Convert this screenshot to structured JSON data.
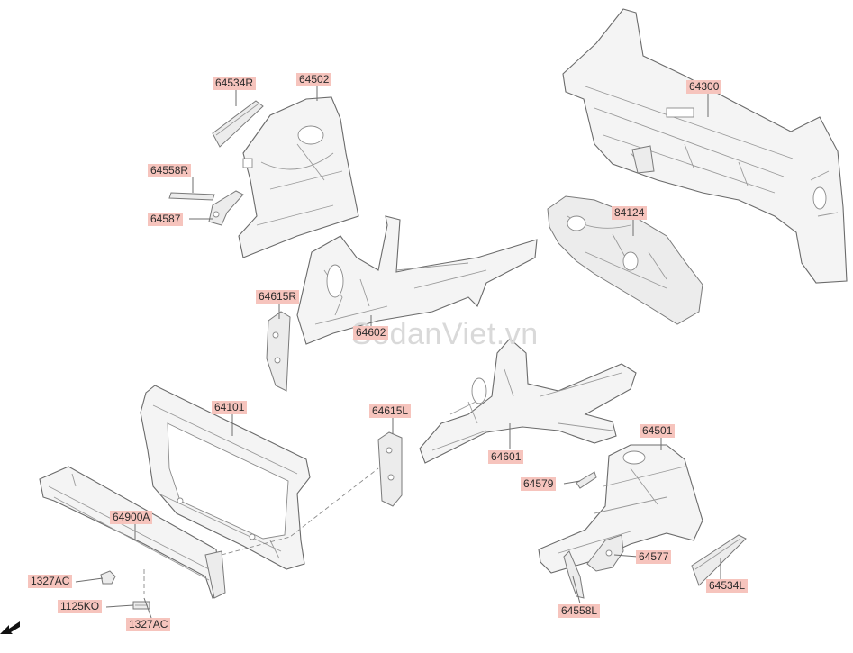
{
  "watermark": "SedanViet.vn",
  "callouts": {
    "c64534R": "64534R",
    "c64502": "64502",
    "c64558R": "64558R",
    "c64587": "64587",
    "c64615R": "64615R",
    "c64602": "64602",
    "c64300": "64300",
    "c84124": "84124",
    "c64101": "64101",
    "c64615L": "64615L",
    "c64601": "64601",
    "c64501": "64501",
    "c64579": "64579",
    "c64577": "64577",
    "c64900A": "64900A",
    "c1327AC_a": "1327AC",
    "c1125KO": "1125KO",
    "c1327AC_b": "1327AC",
    "c64534L": "64534L",
    "c64558L": "64558L"
  },
  "colors": {
    "callout_fill": "#f6c4bd",
    "line": "#6b6b6b",
    "watermark": "#d9d9d9"
  },
  "icons": {
    "front_arrow": "front-direction-arrow-icon"
  }
}
